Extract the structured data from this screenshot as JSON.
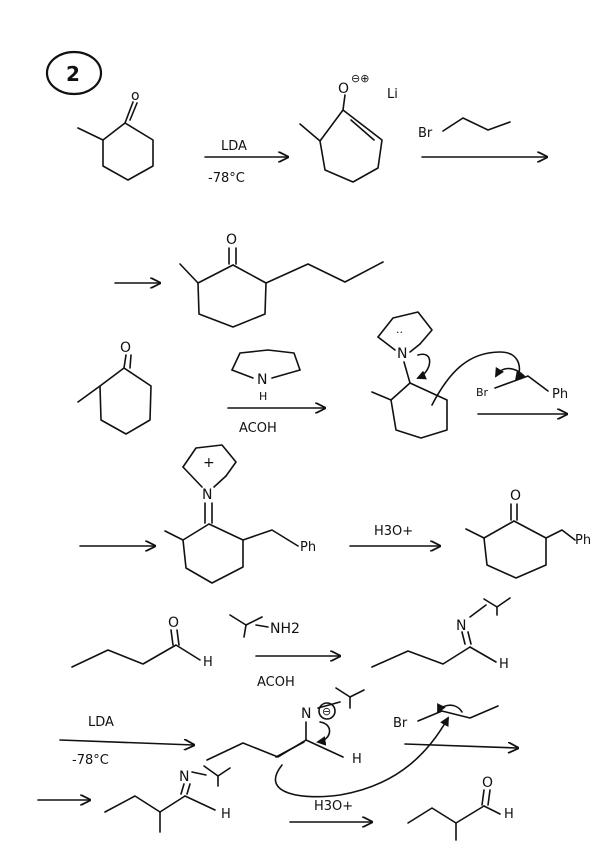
{
  "problem_number": "2",
  "row1": {
    "reagent_top": "LDA",
    "reagent_bottom": "-78°C",
    "enolate_atoms": "O",
    "enolate_charges": "⊖⊕",
    "enolate_counterion": "Li",
    "alkyl_halide": "Br"
  },
  "row2": {
    "product_o": "O"
  },
  "row3": {
    "ketone_o": "O",
    "amine_n": "N",
    "amine_h": "H",
    "reagent_bottom": "ACOH",
    "enamine_n": "N",
    "enamine_lone_pair": "··",
    "halide_br": "Br",
    "halide_ph": "Ph"
  },
  "row4": {
    "iminium_plus": "+",
    "iminium_n": "N",
    "ph_label": "Ph",
    "hydrolysis": "H3O+",
    "product_o": "O",
    "product_ph": "Ph"
  },
  "row5": {
    "aldehyde_o": "O",
    "aldehyde_h": "H",
    "amine": "NH2",
    "reagent_bottom": "ACOH",
    "imine_n": "N",
    "imine_h": "H"
  },
  "row6": {
    "reagent_top": "LDA",
    "reagent_bottom": "-78°C",
    "anion_n": "N",
    "anion_charge": "⊖",
    "anion_h": "H",
    "halide_br": "Br"
  },
  "row7": {
    "imine_n": "N",
    "imine_h": "H",
    "hydrolysis": "H3O+",
    "product_o": "O",
    "product_h": "H"
  }
}
